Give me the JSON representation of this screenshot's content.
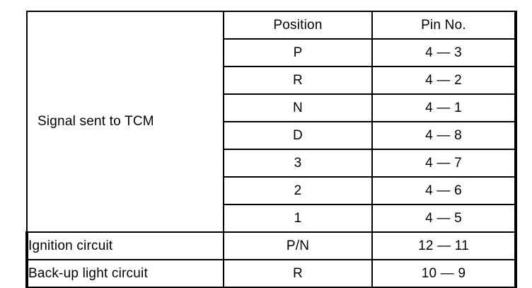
{
  "table": {
    "columns": [
      {
        "key": "label",
        "header": ""
      },
      {
        "key": "position",
        "header": "Position"
      },
      {
        "key": "pin",
        "header": "Pin No."
      }
    ],
    "group_label": "Signal sent to TCM",
    "group_rows": [
      {
        "position": "P",
        "pin": "4 — 3"
      },
      {
        "position": "R",
        "pin": "4 — 2"
      },
      {
        "position": "N",
        "pin": "4 — 1"
      },
      {
        "position": "D",
        "pin": "4 — 8"
      },
      {
        "position": "3",
        "pin": "4 — 7"
      },
      {
        "position": "2",
        "pin": "4 — 6"
      },
      {
        "position": "1",
        "pin": "4 — 5"
      }
    ],
    "extra_rows": [
      {
        "label": "Ignition circuit",
        "position": "P/N",
        "pin": "12 — 11"
      },
      {
        "label": "Back-up light circuit",
        "position": "R",
        "pin": "10 — 9"
      }
    ]
  },
  "colors": {
    "border": "#000000",
    "text": "#000000",
    "background": "#ffffff"
  }
}
